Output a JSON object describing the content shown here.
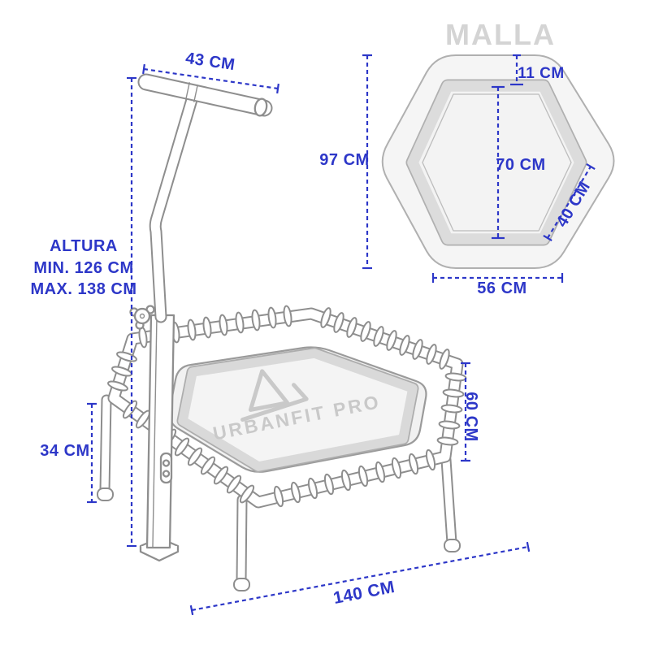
{
  "malla": {
    "title": "MALLA",
    "dim_top_offset": "11 CM",
    "dim_total_height": "97 CM",
    "dim_inner_height": "70 CM",
    "dim_side": "40 CM",
    "dim_bottom_width": "56 CM"
  },
  "trampoline": {
    "brand": "URBANFIT PRO",
    "dim_handlebar_width": "43 CM",
    "altura_title": "ALTURA",
    "altura_min": "MIN. 126 CM",
    "altura_max": "MAX. 138 CM",
    "dim_leg_height": "34 CM",
    "dim_frame_side": "60 CM",
    "dim_total_width": "140 CM"
  },
  "colors": {
    "accent_blue": "#2D37C8",
    "sketch_gray": "#8E8E8E",
    "title_gray": "#D4D4D4",
    "logo_gray": "#C9C9C9"
  }
}
